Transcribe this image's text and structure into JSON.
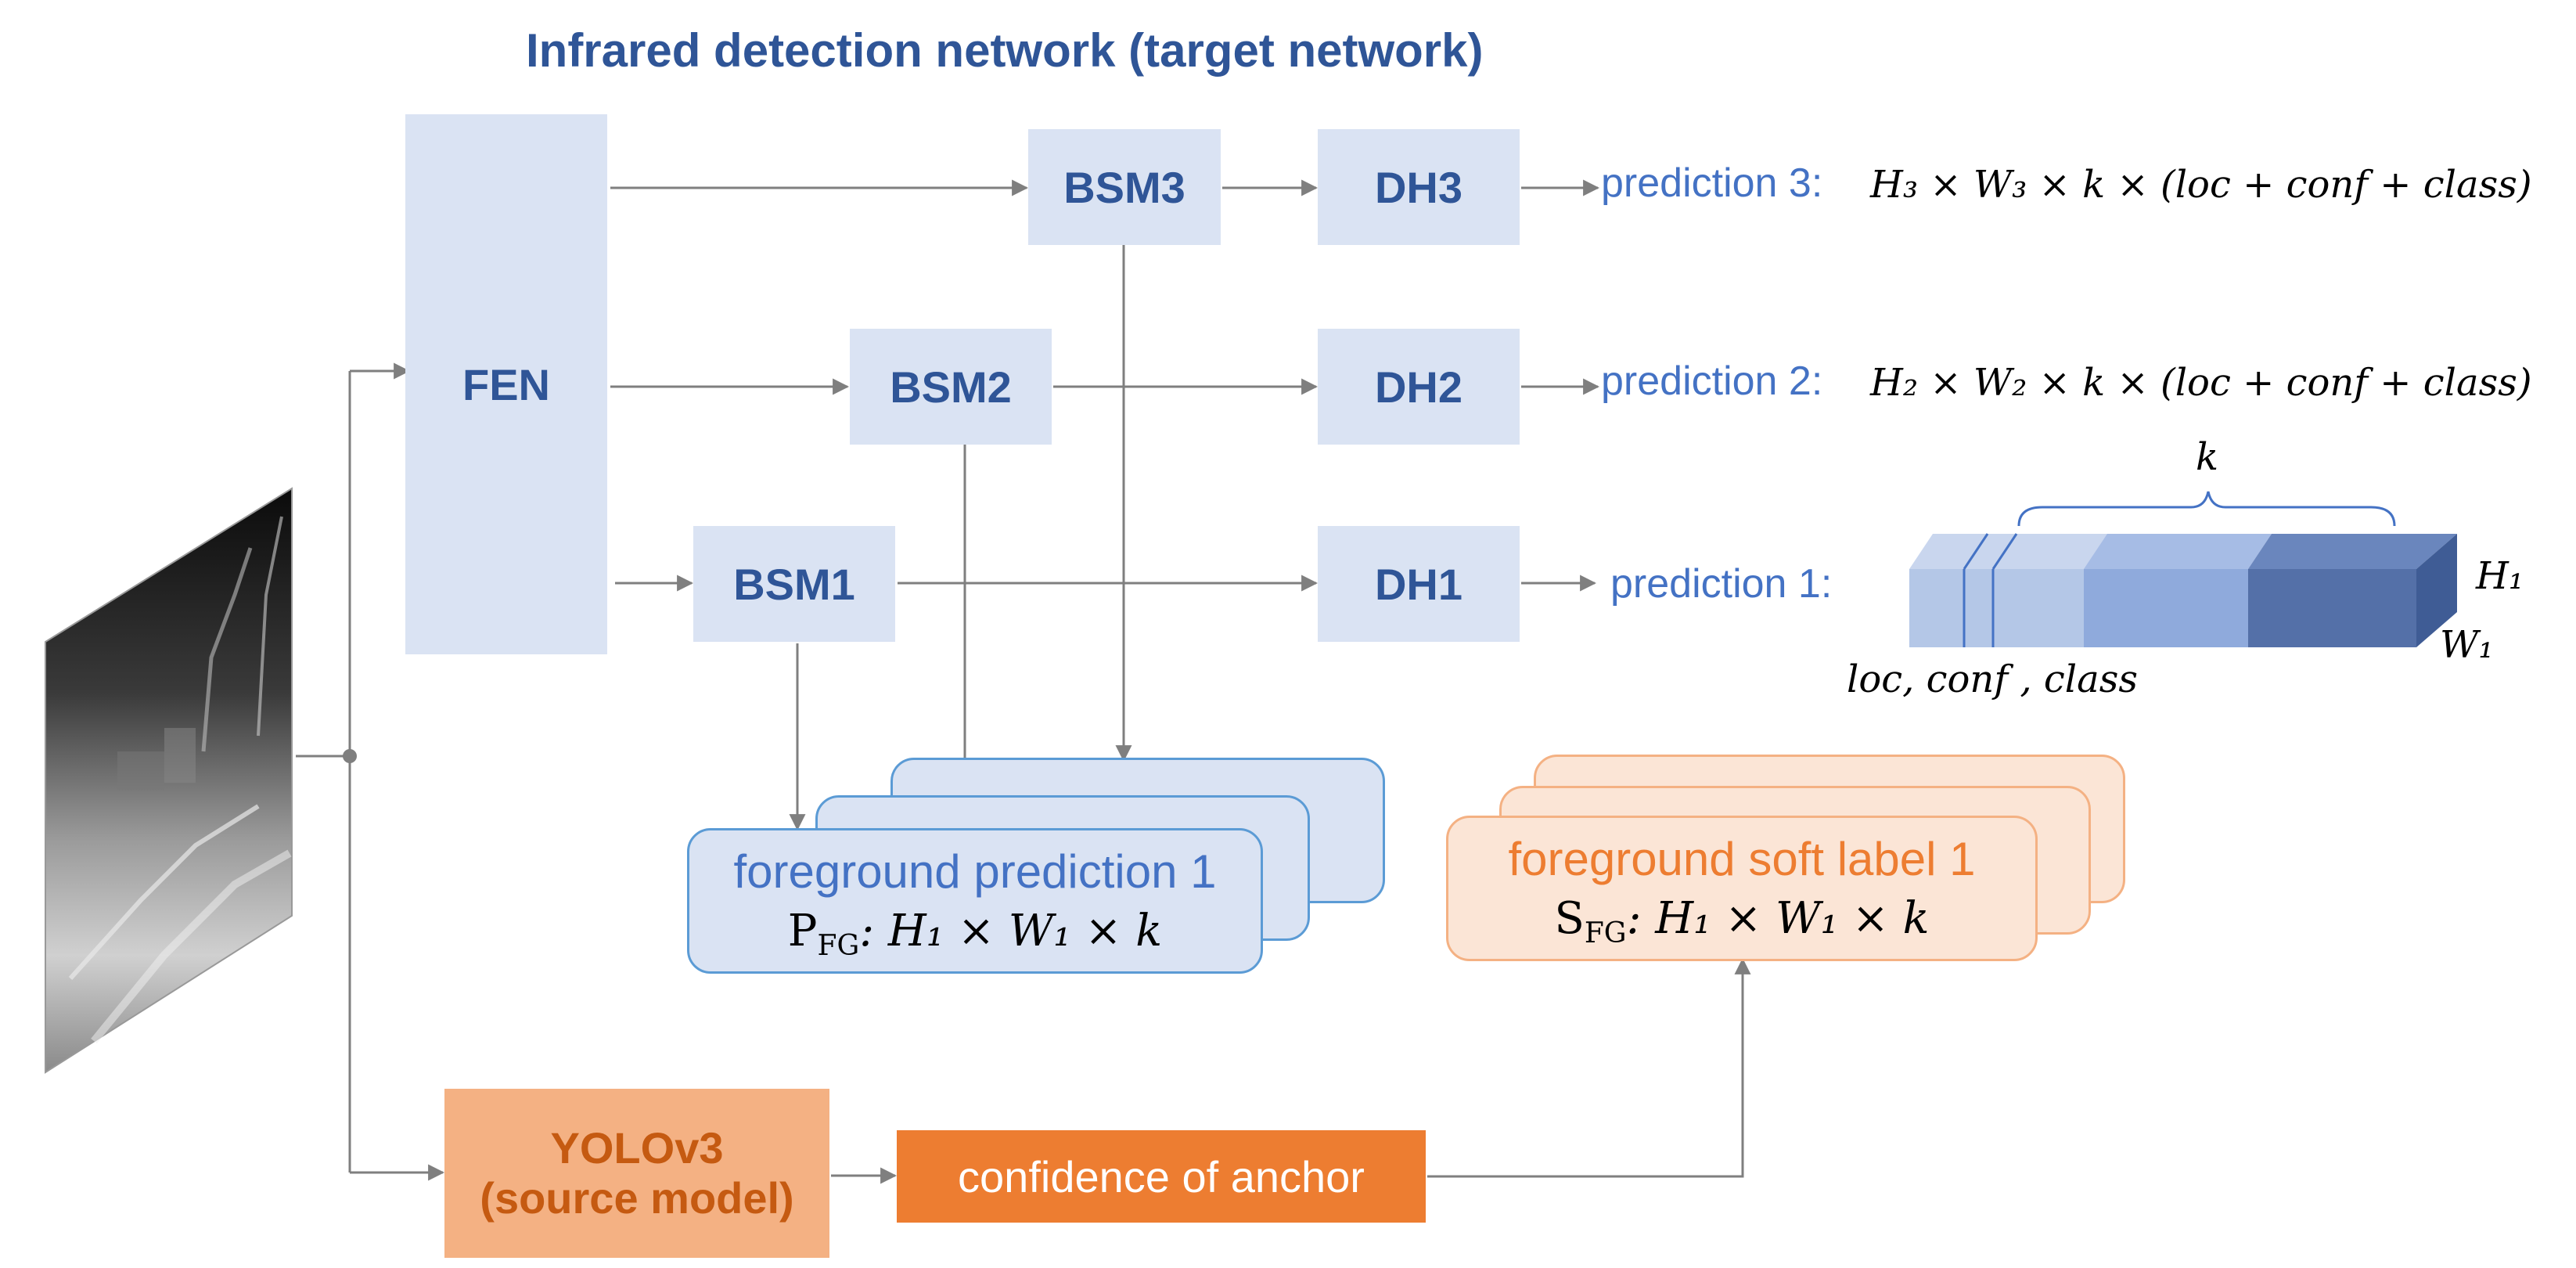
{
  "title": "Infrared detection network (target network)",
  "modules": {
    "fen": "FEN",
    "bsm1": "BSM1",
    "bsm2": "BSM2",
    "bsm3": "BSM3",
    "dh1": "DH1",
    "dh2": "DH2",
    "dh3": "DH3"
  },
  "yolo": {
    "line1": "YOLOv3",
    "line2": "(source model)"
  },
  "confidence": "confidence of anchor",
  "predictions": {
    "p3_label": "prediction 3:",
    "p3_formula": "H₃ × W₃ × k × (loc + conf + class)",
    "p2_label": "prediction 2:",
    "p2_formula": "H₂ × W₂ × k × (loc + conf + class)",
    "p1_label": "prediction 1:"
  },
  "tensor": {
    "k_label": "k",
    "h_label": "H₁",
    "w_label": "W₁",
    "bottom_label": "loc, conf , class"
  },
  "foreground_prediction": {
    "title": "foreground prediction 1",
    "symbol": "P",
    "subscript": "FG",
    "formula": ": H₁ × W₁ × k"
  },
  "foreground_soft_label": {
    "title": "foreground soft label 1",
    "symbol": "S",
    "subscript": "FG",
    "formula": ": H₁ × W₁ × k"
  },
  "colors": {
    "module_fill": "#dae3f3",
    "module_text": "#2f5597",
    "orange_dark": "#ed7d31",
    "orange_light": "#f4b183",
    "arrow": "#7f7f7f"
  }
}
